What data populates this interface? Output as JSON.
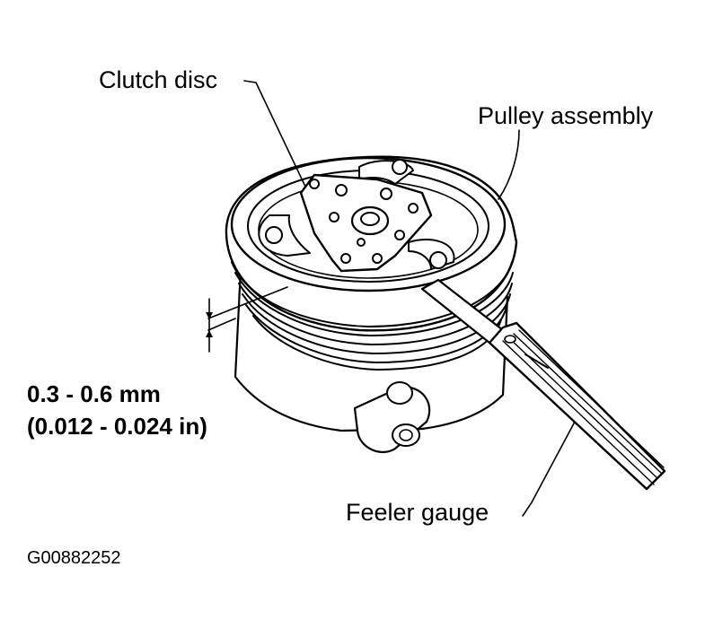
{
  "labels": {
    "clutch_disc": "Clutch disc",
    "pulley_assembly": "Pulley assembly",
    "feeler_gauge": "Feeler gauge"
  },
  "specification": {
    "metric": "0.3 - 0.6 mm",
    "imperial": "(0.012 - 0.024 in)"
  },
  "figure_id": "G00882252"
}
